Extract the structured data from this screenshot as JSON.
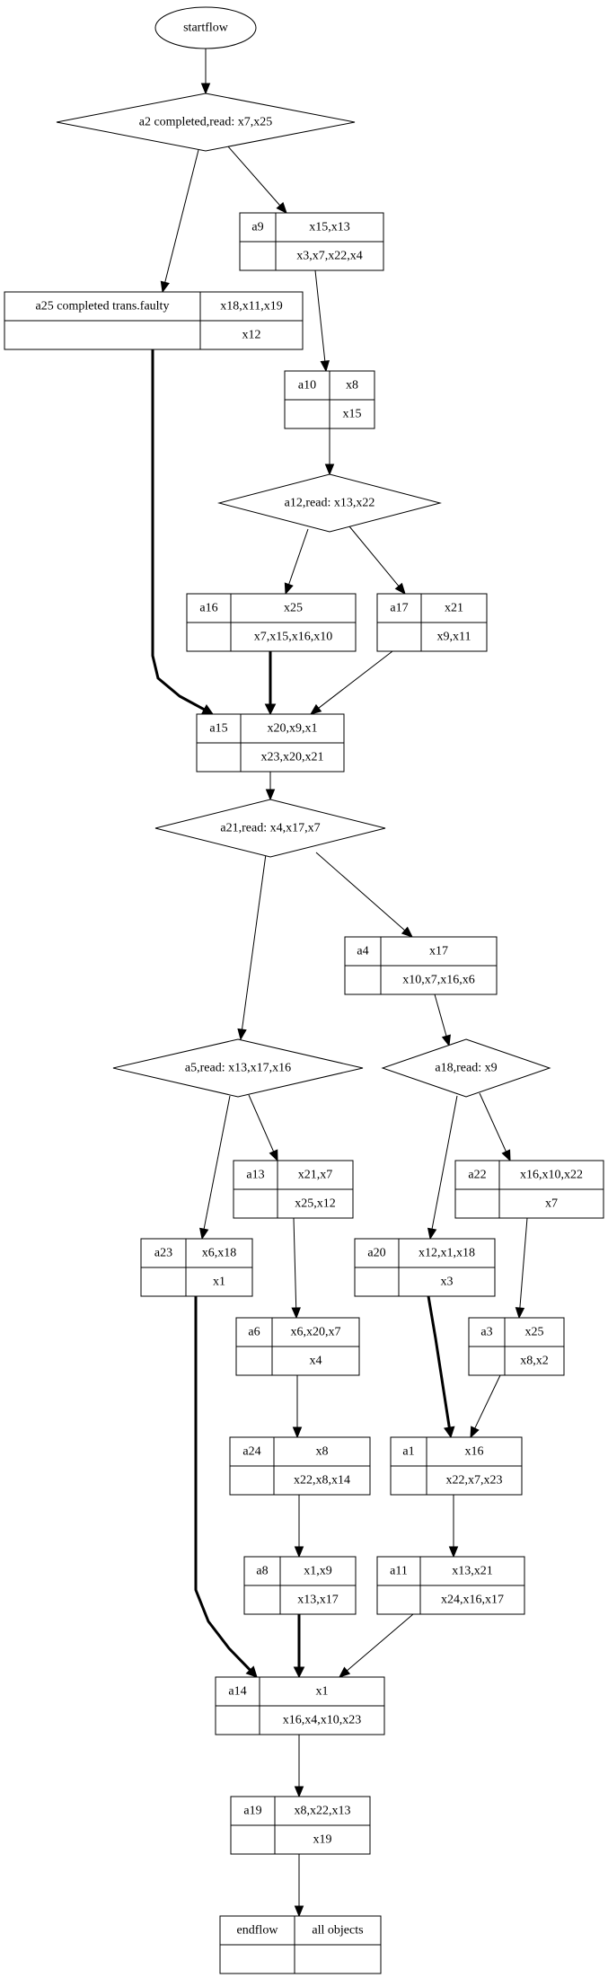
{
  "diagram": {
    "type": "workflow-graph",
    "colors": {
      "stroke": "#000000",
      "fill": "#ffffff",
      "text": "#000000"
    },
    "nodes": [
      {
        "id": "startflow",
        "shape": "ellipse",
        "label": "startflow"
      },
      {
        "id": "a2",
        "shape": "diamond",
        "label": "a2 completed,read: x7,x25"
      },
      {
        "id": "a9",
        "shape": "record",
        "name": "a9",
        "top": "x15,x13",
        "bottom": "x3,x7,x22,x4"
      },
      {
        "id": "a25",
        "shape": "record",
        "name": "a25  completed trans.faulty",
        "top": "x18,x11,x19",
        "bottom": "x12"
      },
      {
        "id": "a10",
        "shape": "record",
        "name": "a10",
        "top": "x8",
        "bottom": "x15"
      },
      {
        "id": "a12",
        "shape": "diamond",
        "label": "a12,read: x13,x22"
      },
      {
        "id": "a16",
        "shape": "record",
        "name": "a16",
        "top": "x25",
        "bottom": "x7,x15,x16,x10"
      },
      {
        "id": "a17",
        "shape": "record",
        "name": "a17",
        "top": "x21",
        "bottom": "x9,x11"
      },
      {
        "id": "a15",
        "shape": "record",
        "name": "a15",
        "top": "x20,x9,x1",
        "bottom": "x23,x20,x21"
      },
      {
        "id": "a21",
        "shape": "diamond",
        "label": "a21,read: x4,x17,x7"
      },
      {
        "id": "a4",
        "shape": "record",
        "name": "a4",
        "top": "x17",
        "bottom": "x10,x7,x16,x6"
      },
      {
        "id": "a5",
        "shape": "diamond",
        "label": "a5,read: x13,x17,x16"
      },
      {
        "id": "a18",
        "shape": "diamond",
        "label": "a18,read: x9"
      },
      {
        "id": "a13",
        "shape": "record",
        "name": "a13",
        "top": "x21,x7",
        "bottom": "x25,x12"
      },
      {
        "id": "a22",
        "shape": "record",
        "name": "a22",
        "top": "x16,x10,x22",
        "bottom": "x7"
      },
      {
        "id": "a23",
        "shape": "record",
        "name": "a23",
        "top": "x6,x18",
        "bottom": "x1"
      },
      {
        "id": "a20",
        "shape": "record",
        "name": "a20",
        "top": "x12,x1,x18",
        "bottom": "x3"
      },
      {
        "id": "a6",
        "shape": "record",
        "name": "a6",
        "top": "x6,x20,x7",
        "bottom": "x4"
      },
      {
        "id": "a3",
        "shape": "record",
        "name": "a3",
        "top": "x25",
        "bottom": "x8,x2"
      },
      {
        "id": "a24",
        "shape": "record",
        "name": "a24",
        "top": "x8",
        "bottom": "x22,x8,x14"
      },
      {
        "id": "a1",
        "shape": "record",
        "name": "a1",
        "top": "x16",
        "bottom": "x22,x7,x23"
      },
      {
        "id": "a8",
        "shape": "record",
        "name": "a8",
        "top": "x1,x9",
        "bottom": "x13,x17"
      },
      {
        "id": "a11",
        "shape": "record",
        "name": "a11",
        "top": "x13,x21",
        "bottom": "x24,x16,x17"
      },
      {
        "id": "a14",
        "shape": "record",
        "name": "a14",
        "top": "x1",
        "bottom": "x16,x4,x10,x23"
      },
      {
        "id": "a19",
        "shape": "record",
        "name": "a19",
        "top": "x8,x22,x13",
        "bottom": "x19"
      },
      {
        "id": "endflow",
        "shape": "record",
        "name": "endflow",
        "top": "all objects",
        "bottom": ""
      }
    ],
    "edges": [
      {
        "from": "startflow",
        "to": "a2",
        "bold": false
      },
      {
        "from": "a2",
        "to": "a25",
        "bold": false
      },
      {
        "from": "a2",
        "to": "a9",
        "bold": false
      },
      {
        "from": "a9",
        "to": "a10",
        "bold": false
      },
      {
        "from": "a10",
        "to": "a12",
        "bold": false
      },
      {
        "from": "a12",
        "to": "a16",
        "bold": false
      },
      {
        "from": "a12",
        "to": "a17",
        "bold": false
      },
      {
        "from": "a25",
        "to": "a15",
        "bold": true
      },
      {
        "from": "a16",
        "to": "a15",
        "bold": true
      },
      {
        "from": "a17",
        "to": "a15",
        "bold": false
      },
      {
        "from": "a15",
        "to": "a21",
        "bold": false
      },
      {
        "from": "a21",
        "to": "a5",
        "bold": false
      },
      {
        "from": "a21",
        "to": "a4",
        "bold": false
      },
      {
        "from": "a4",
        "to": "a18",
        "bold": false
      },
      {
        "from": "a5",
        "to": "a23",
        "bold": false
      },
      {
        "from": "a5",
        "to": "a13",
        "bold": false
      },
      {
        "from": "a18",
        "to": "a20",
        "bold": false
      },
      {
        "from": "a18",
        "to": "a22",
        "bold": false
      },
      {
        "from": "a13",
        "to": "a6",
        "bold": false
      },
      {
        "from": "a22",
        "to": "a3",
        "bold": false
      },
      {
        "from": "a6",
        "to": "a24",
        "bold": false
      },
      {
        "from": "a24",
        "to": "a8",
        "bold": false
      },
      {
        "from": "a20",
        "to": "a1",
        "bold": true
      },
      {
        "from": "a3",
        "to": "a1",
        "bold": false
      },
      {
        "from": "a1",
        "to": "a11",
        "bold": false
      },
      {
        "from": "a23",
        "to": "a14",
        "bold": true
      },
      {
        "from": "a8",
        "to": "a14",
        "bold": true
      },
      {
        "from": "a11",
        "to": "a14",
        "bold": false
      },
      {
        "from": "a14",
        "to": "a19",
        "bold": false
      },
      {
        "from": "a19",
        "to": "endflow",
        "bold": false
      }
    ]
  }
}
